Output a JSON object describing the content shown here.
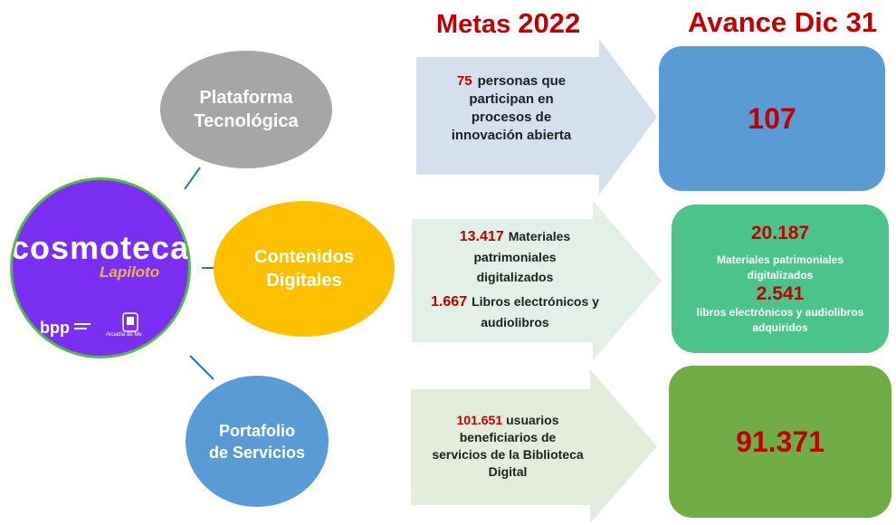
{
  "headers": {
    "metas_word": "Metas",
    "metas_year": "2022",
    "avance": "Avance Dic 31"
  },
  "logo": {
    "title": "cosmoteca",
    "subtitle": "Lapiloto",
    "footer_right": "Alcaldía de Me"
  },
  "ovals": {
    "plataforma": {
      "line1": "Plataforma",
      "line2": "Tecnológica"
    },
    "contenidos": {
      "line1": "Contenidos",
      "line2": "Digitales"
    },
    "portafolio": {
      "line1": "Portafolio",
      "line2": "de Servicios"
    }
  },
  "metas": {
    "row1": {
      "number": "75",
      "text1": "personas que",
      "text2": "participan en",
      "text3": "procesos de",
      "text4": "innovación abierta"
    },
    "row2": {
      "number1": "13.417",
      "text1a": "Materiales",
      "text1b": "patrimoniales",
      "text1c": "digitalizados",
      "number2": "1.667",
      "text2a": "Libros electrónicos y",
      "text2b": "audiolibros"
    },
    "row3": {
      "number": "101.651",
      "text1": "usuarios",
      "text2": "beneficiarios de",
      "text3": "servicios de la Biblioteca",
      "text4": "Digital"
    }
  },
  "avance": {
    "row1": {
      "value": "107"
    },
    "row2": {
      "value1": "20.187",
      "label1a": "Materiales patrimoniales",
      "label1b": "digitalizados",
      "value2": "2.541",
      "label2a": "libros electrónicos y audiolibros",
      "label2b": "adquiridos"
    },
    "row3": {
      "value": "91.371"
    }
  },
  "colors": {
    "title_red": "#c00000",
    "plataforma_oval": "#a6a6a6",
    "contenidos_oval": "#ffc000",
    "portafolio_oval": "#5b9bd5",
    "arrow1": "#d5e0ef",
    "arrow2": "#e2f0e8",
    "arrow3": "#e4ecdc",
    "box1": "#5b9bd5",
    "box2": "#4cc38a",
    "box3": "#70ad47",
    "logo_bg": "#7b2ff2"
  }
}
